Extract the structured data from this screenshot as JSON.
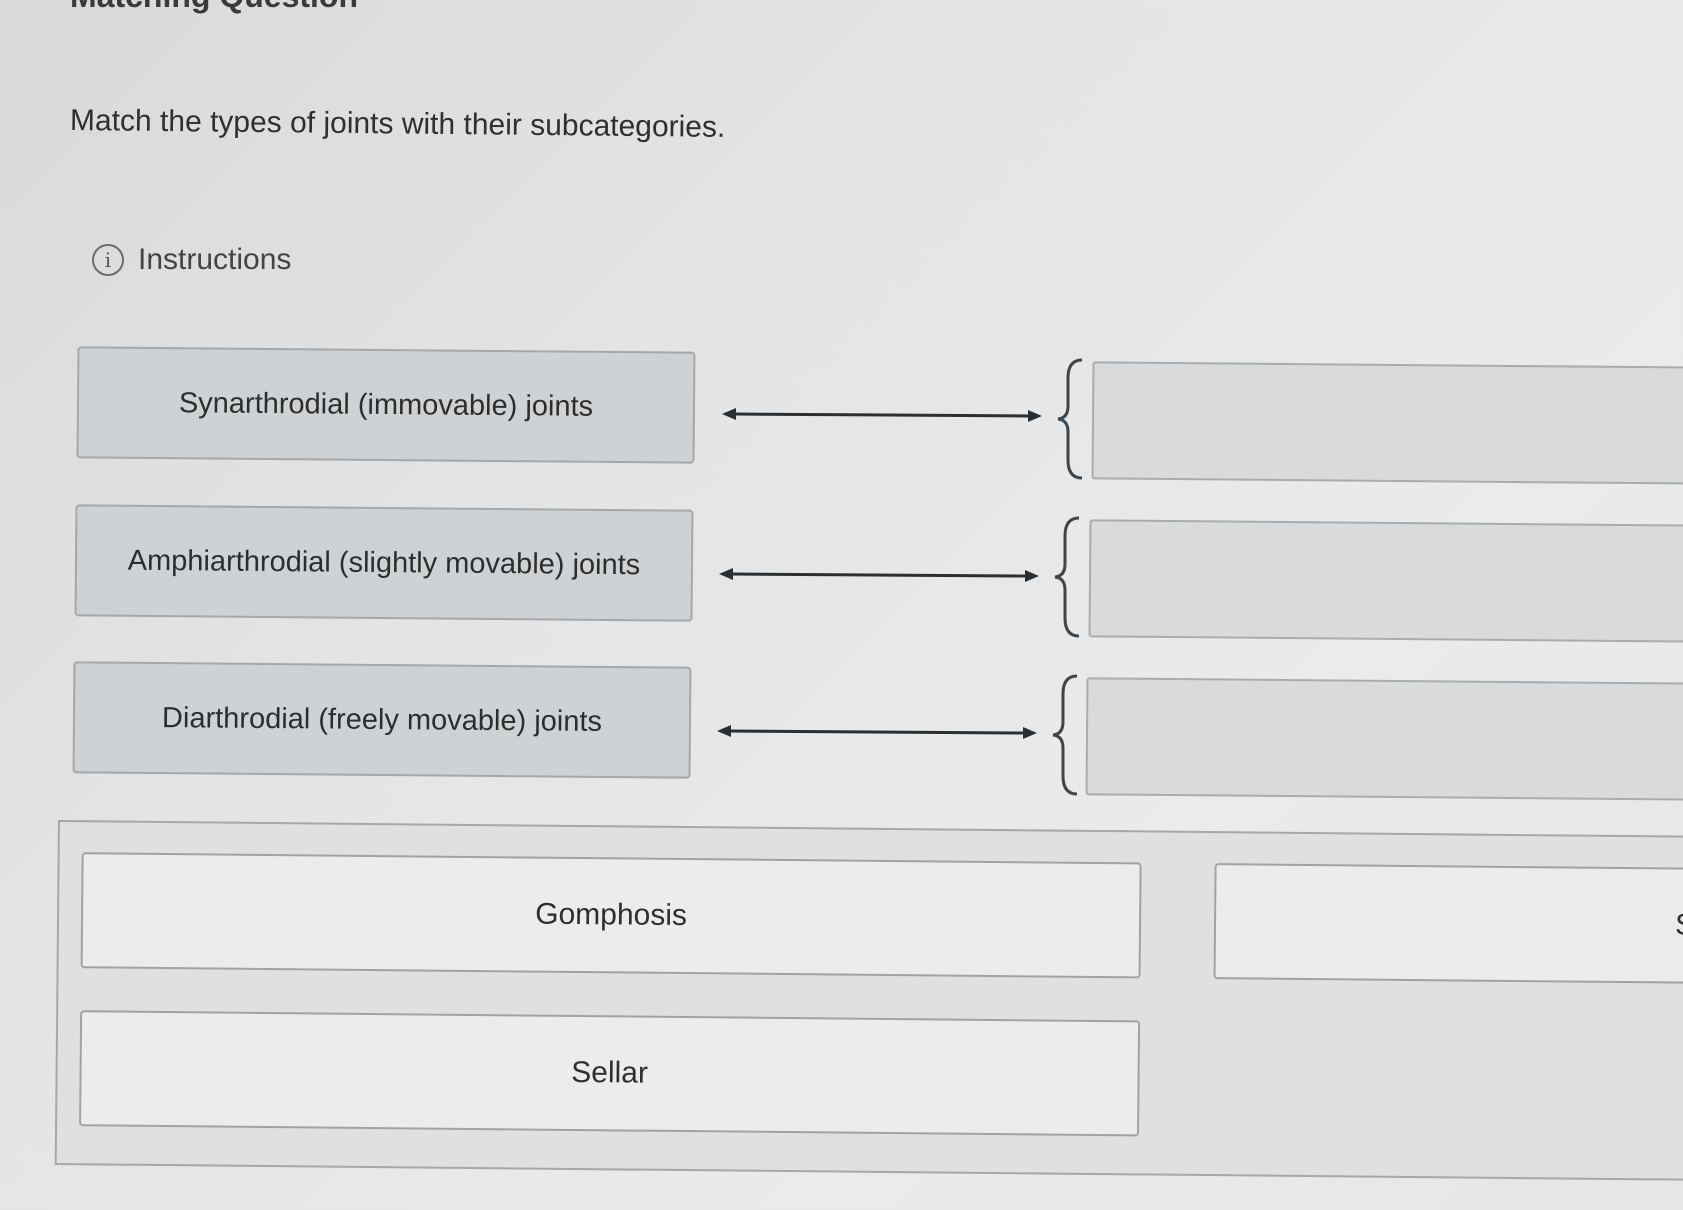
{
  "page": {
    "heading": "Matching Question",
    "prompt": "Match the types of joints with their subcategories.",
    "instructions_label": "Instructions",
    "info_icon_glyph": "i"
  },
  "left_items": [
    {
      "label": "Synarthrodial (immovable) joints"
    },
    {
      "label": "Amphiarthrodial (slightly movable) joints"
    },
    {
      "label": "Diarthrodial (freely movable) joints"
    }
  ],
  "options": [
    {
      "label": "Gomphosis"
    },
    {
      "label": "Sellar"
    },
    {
      "label": "Sy"
    }
  ],
  "colors": {
    "arrow": "#2a2f33",
    "brace": "#3d464d",
    "left_item_bg": "#cfd2d4",
    "drop_zone_bg": "#d8dadb",
    "option_bg": "#ececec"
  }
}
